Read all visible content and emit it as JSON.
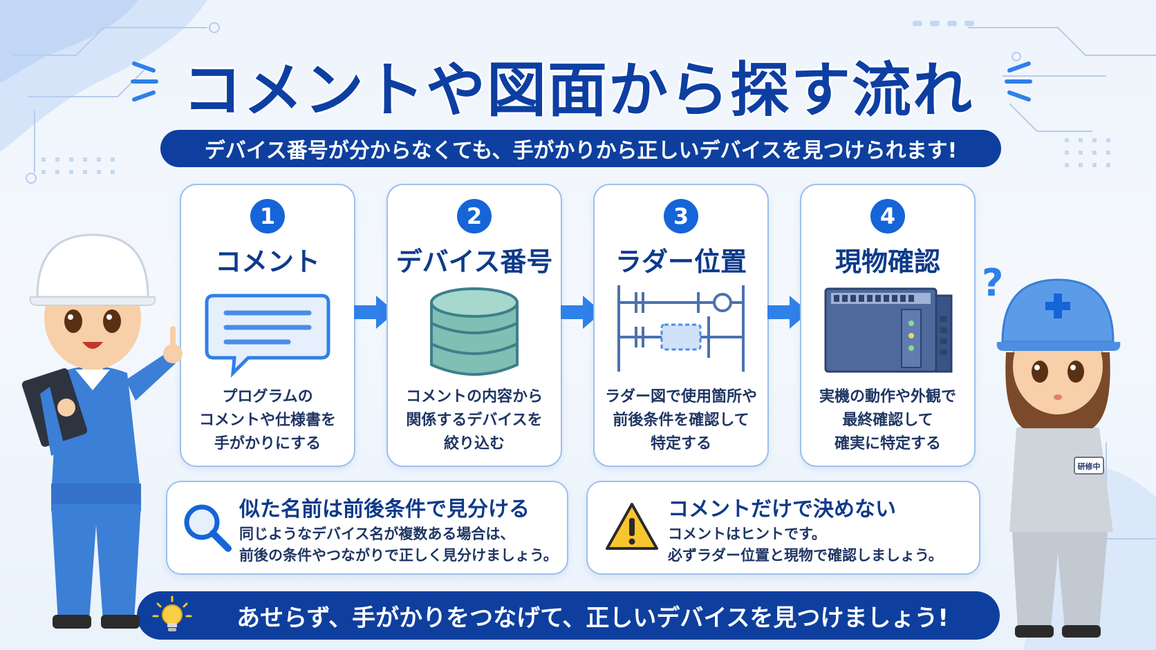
{
  "title": "コメントや図面から探す流れ",
  "subtitle": "デバイス番号が分からなくても、手がかりから正しいデバイスを見つけられます!",
  "steps": [
    {
      "num": "1",
      "title": "コメント",
      "desc": "プログラムの\nコメントや仕様書を\n手がかりにする",
      "icon": "comment-bubble-icon"
    },
    {
      "num": "2",
      "title": "デバイス番号",
      "desc": "コメントの内容から\n関係するデバイスを\n絞り込む",
      "icon": "database-icon"
    },
    {
      "num": "3",
      "title": "ラダー位置",
      "desc": "ラダー図で使用箇所や\n前後条件を確認して\n特定する",
      "icon": "ladder-diagram-icon"
    },
    {
      "num": "4",
      "title": "現物確認",
      "desc": "実機の動作や外観で\n最終確認して\n確実に特定する",
      "icon": "plc-device-icon"
    }
  ],
  "tips": [
    {
      "title": "似た名前は前後条件で見分ける",
      "body": "同じようなデバイス名が複数ある場合は、\n前後の条件やつながりで正しく見分けましょう。",
      "icon": "magnifier-icon"
    },
    {
      "title": "コメントだけで決めない",
      "body": "コメントはヒントです。\n必ずラダー位置と現物で確認しましょう。",
      "icon": "warning-icon"
    }
  ],
  "bottom_message": "あせらず、手がかりをつなげて、正しいデバイスを見つけましょう!",
  "trainee_badge": "研修中",
  "question_mark": "?",
  "colors": {
    "primary": "#0e3f9e",
    "accent": "#1565d8",
    "border": "#9cc0ee",
    "arrow": "#2f80e8"
  }
}
